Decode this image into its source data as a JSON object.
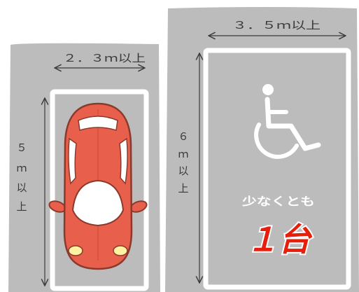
{
  "colors": {
    "pavement": "#bcbcbc",
    "line": "#ffffff",
    "car_body": "#e8604c",
    "car_outline": "#8a3a2c",
    "accent_red": "#e81e0c"
  },
  "standard_space": {
    "width_label": "２．３ｍ以上",
    "length_label": [
      "５",
      "ｍ",
      "以",
      "上"
    ]
  },
  "accessible_space": {
    "width_label": "３．５ｍ以上",
    "length_label": [
      "６",
      "ｍ",
      "以",
      "上"
    ],
    "symbol": "wheelchair-icon",
    "note_label": "少なくとも",
    "count_label": "１台"
  }
}
